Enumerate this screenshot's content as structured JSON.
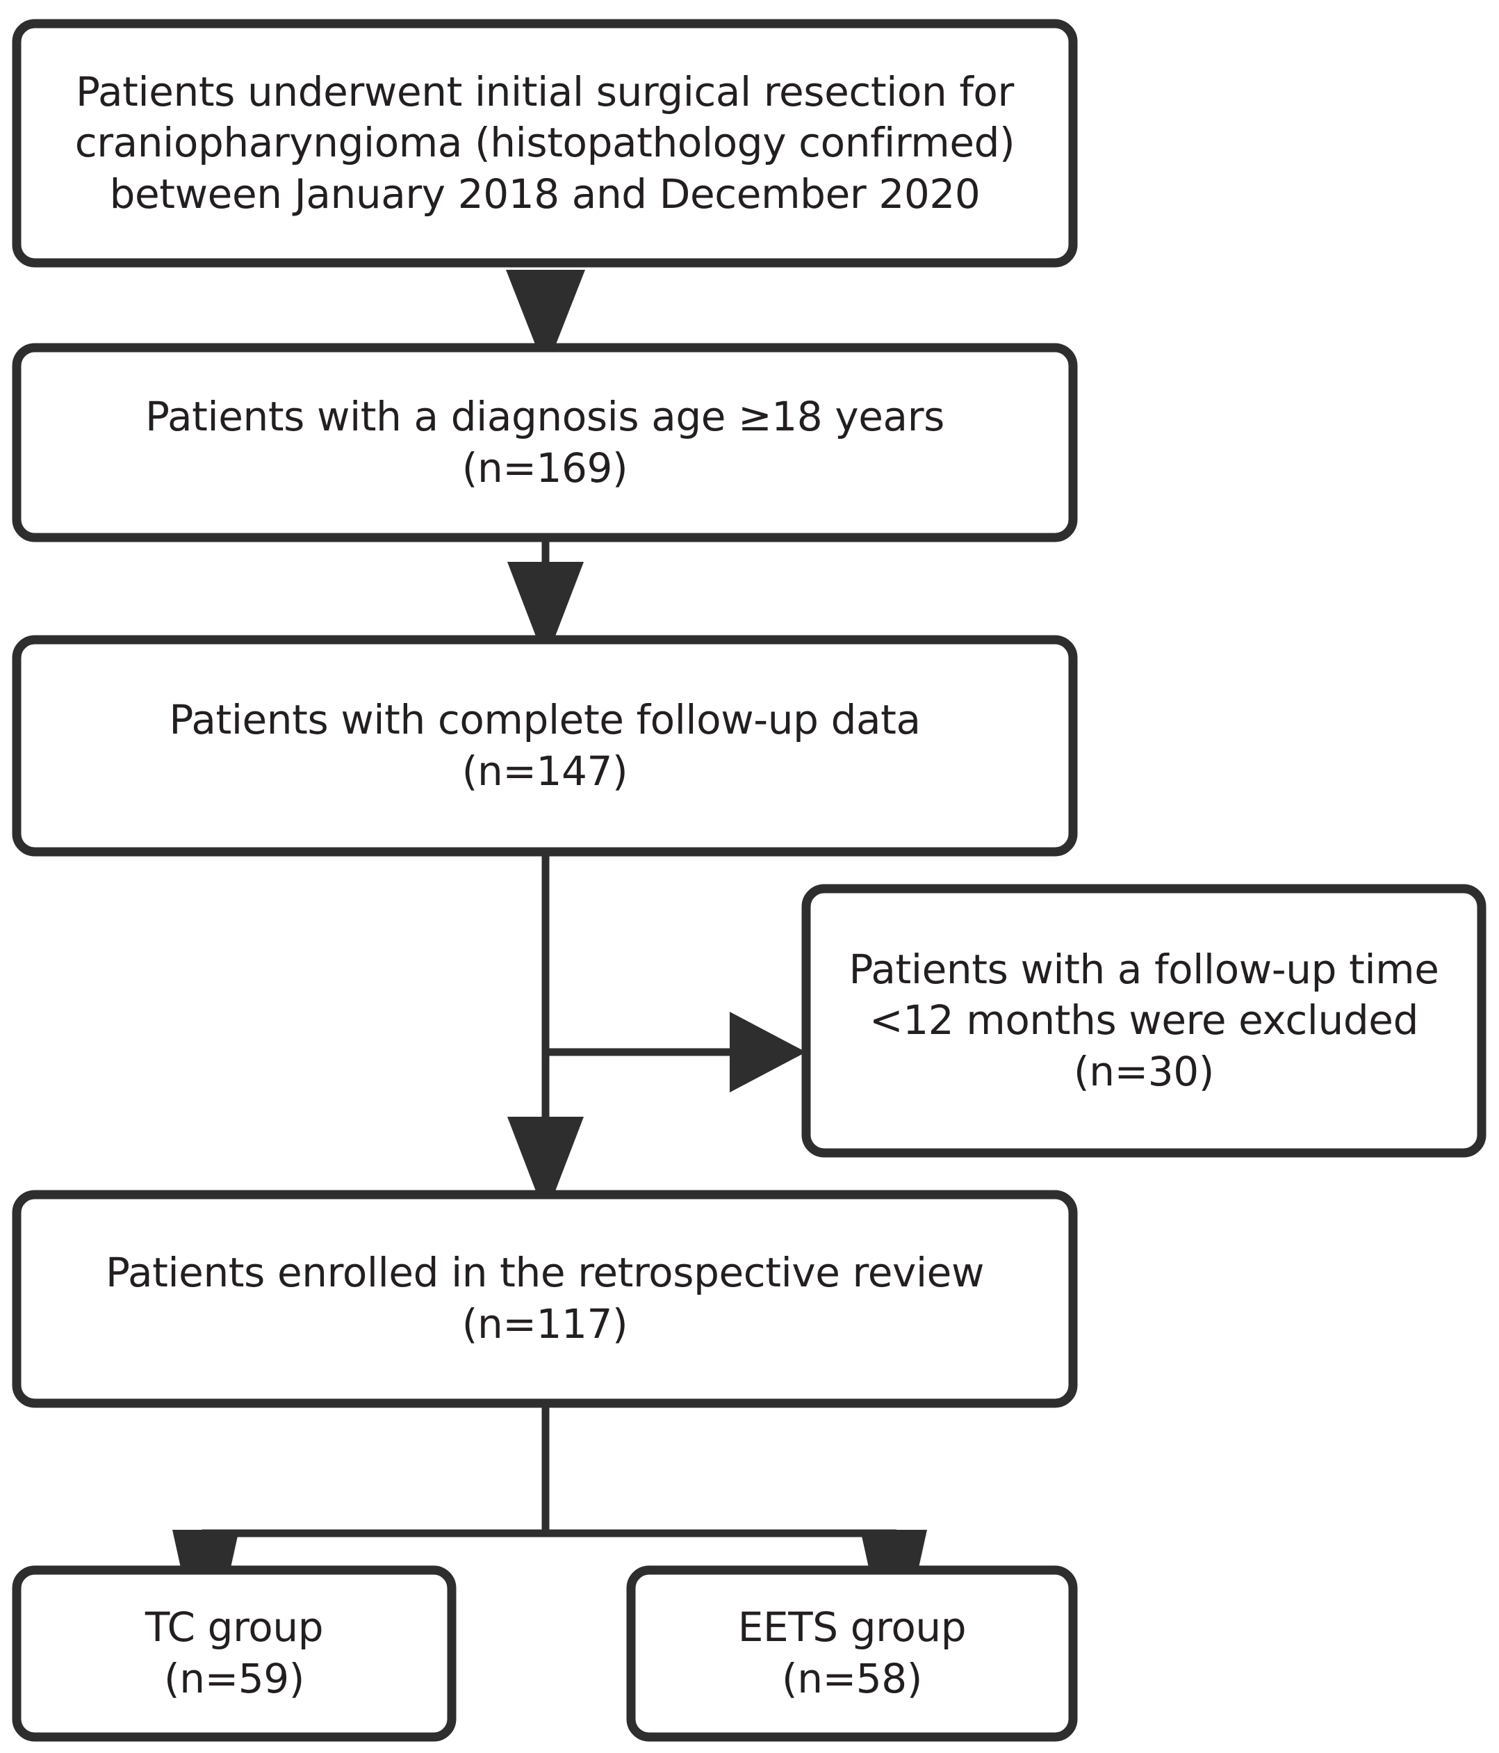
{
  "diagram": {
    "type": "patient-selection-flowchart",
    "colors": {
      "stroke": "#2e2e2e",
      "text": "#231f20",
      "background": "#ffffff"
    },
    "nodes": [
      {
        "id": "initial-cohort",
        "lines": [
          "Patients underwent initial surgical resection for",
          "craniopharyngioma (histopathology confirmed)",
          "between January 2018 and December 2020"
        ]
      },
      {
        "id": "age-filter",
        "lines": [
          "Patients with a diagnosis age ≥18 years",
          "(n=169)"
        ],
        "count": 169
      },
      {
        "id": "followup-complete",
        "lines": [
          "Patients with complete follow-up data",
          "(n=147)"
        ],
        "count": 147
      },
      {
        "id": "excluded-short-followup",
        "lines": [
          "Patients with a follow-up time",
          "<12 months were excluded",
          "(n=30)"
        ],
        "count": 30
      },
      {
        "id": "enrolled",
        "lines": [
          "Patients enrolled in the retrospective review",
          "(n=117)"
        ],
        "count": 117
      },
      {
        "id": "tc-group",
        "lines": [
          "TC group",
          "(n=59)"
        ],
        "count": 59
      },
      {
        "id": "eets-group",
        "lines": [
          "EETS group",
          "(n=58)"
        ],
        "count": 58
      }
    ],
    "edges": [
      {
        "id": "edge-initial-to-age",
        "from": "initial-cohort",
        "to": "age-filter",
        "direction": "down"
      },
      {
        "id": "edge-age-to-followup",
        "from": "age-filter",
        "to": "followup-complete",
        "direction": "down"
      },
      {
        "id": "edge-followup-to-enrolled",
        "from": "followup-complete",
        "to": "enrolled",
        "direction": "down"
      },
      {
        "id": "edge-followup-to-excluded",
        "from": "followup-complete",
        "to": "excluded-short-followup",
        "direction": "right"
      },
      {
        "id": "edge-enrolled-to-tc",
        "from": "enrolled",
        "to": "tc-group",
        "direction": "down-left"
      },
      {
        "id": "edge-enrolled-to-eets",
        "from": "enrolled",
        "to": "eets-group",
        "direction": "down-right"
      }
    ]
  }
}
